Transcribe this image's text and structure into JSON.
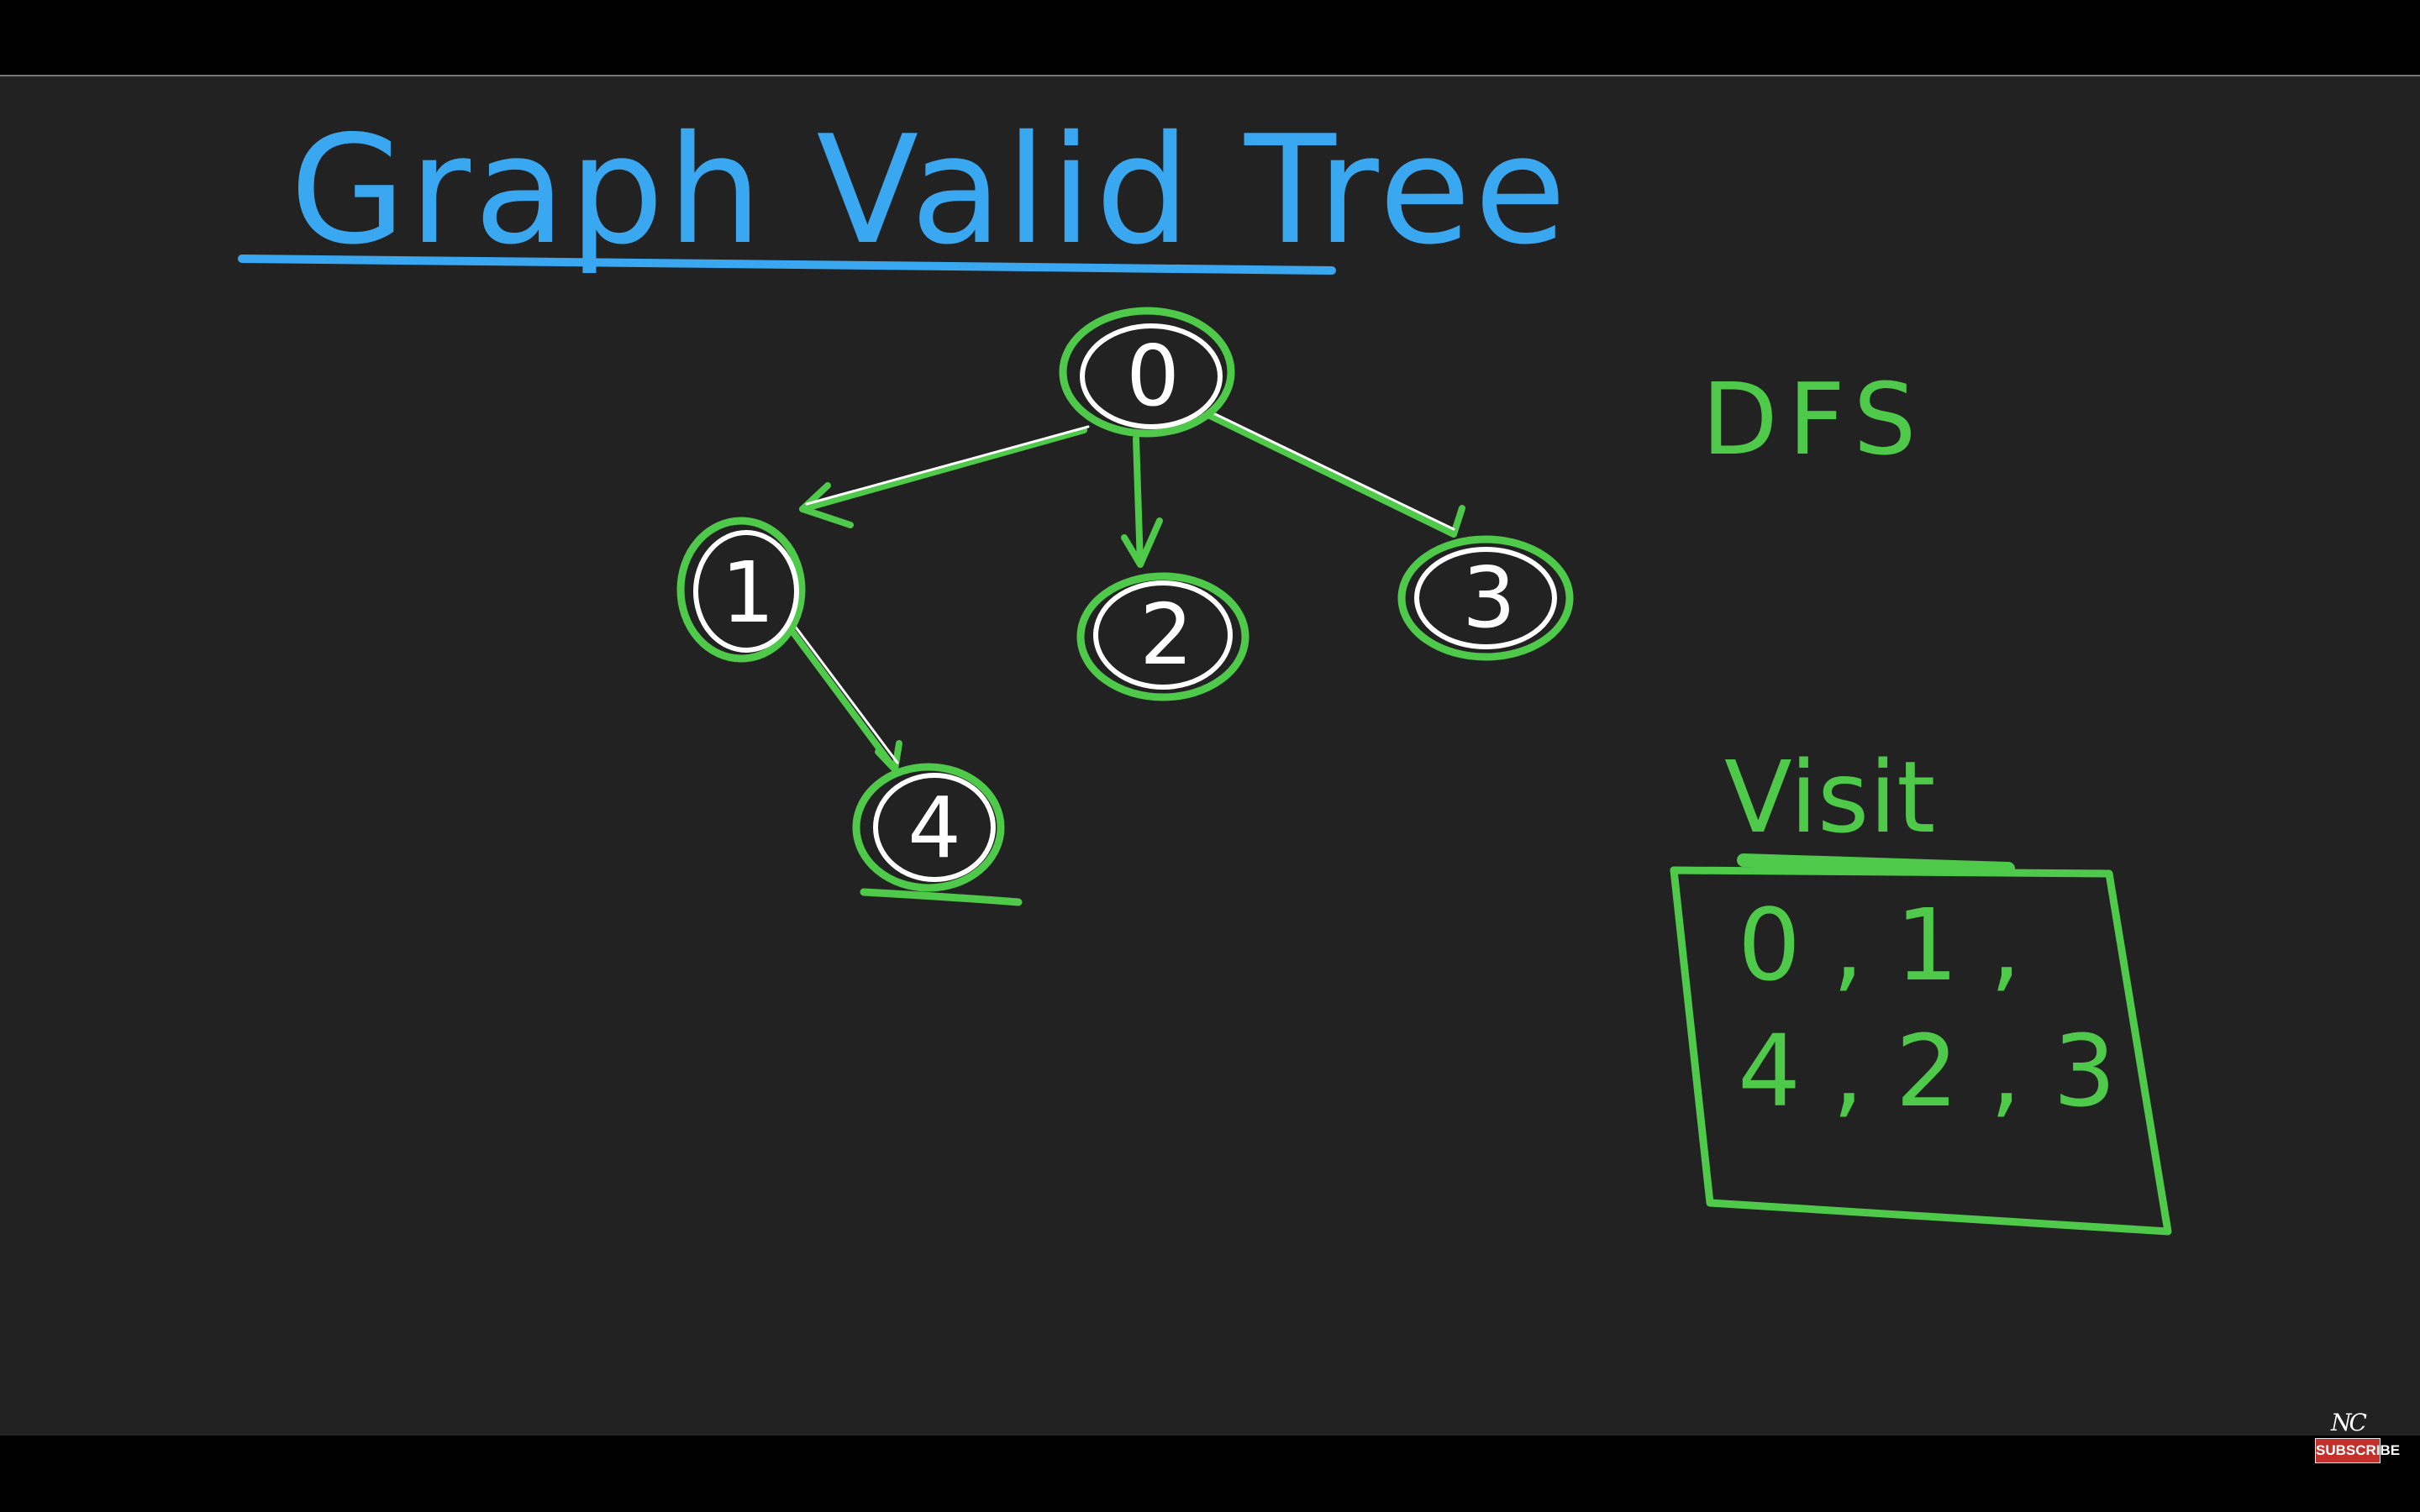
{
  "title": "Graph Valid Tree",
  "algorithm_label": "DFS",
  "tree": {
    "nodes": [
      {
        "id": "node-0",
        "label": "0"
      },
      {
        "id": "node-1",
        "label": "1"
      },
      {
        "id": "node-2",
        "label": "2"
      },
      {
        "id": "node-3",
        "label": "3"
      },
      {
        "id": "node-4",
        "label": "4"
      }
    ],
    "edges": [
      {
        "from": "0",
        "to": "1"
      },
      {
        "from": "0",
        "to": "2"
      },
      {
        "from": "0",
        "to": "3"
      },
      {
        "from": "1",
        "to": "4"
      }
    ]
  },
  "visit": {
    "label": "Visit",
    "line1": "0 , 1 ,",
    "line2": "4 , 2 , 3"
  },
  "branding": {
    "logo": "NC",
    "subscribe": "SUBSCRIBE"
  },
  "colors": {
    "title": "#3aa8f0",
    "ink_green": "#4fc94a",
    "chalk_white": "#ffffff",
    "board": "#222222",
    "subscribe_red": "#c4302b"
  }
}
